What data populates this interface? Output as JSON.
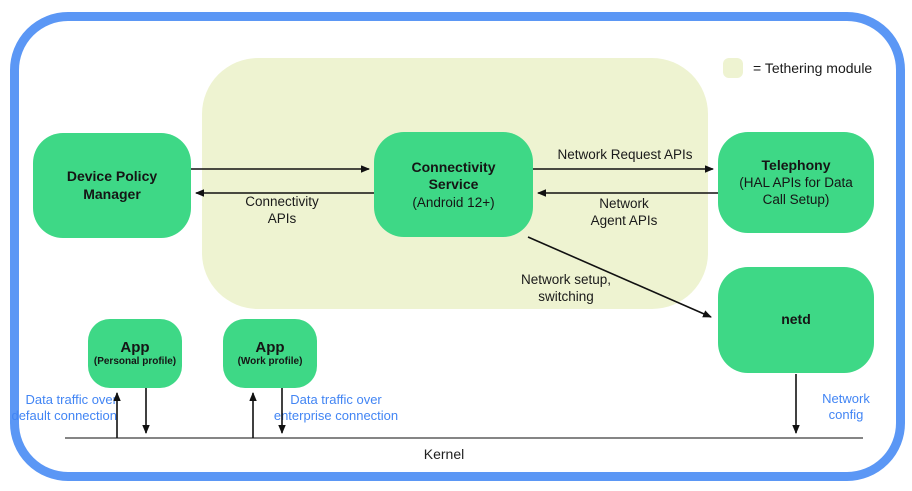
{
  "legend": {
    "label": "= Tethering module"
  },
  "colors": {
    "node_green": "#3ed886",
    "tethering_module_bg": "#eef3d1",
    "boundary_blue": "#5b97f5",
    "traffic_label_blue": "#4285f4"
  },
  "nodes": {
    "device_policy_manager": {
      "title": "Device Policy\nManager"
    },
    "connectivity_service": {
      "title": "Connectivity\nService",
      "subtitle": "(Android 12+)"
    },
    "telephony": {
      "title": "Telephony",
      "subtitle": "(HAL APIs for Data\nCall Setup)"
    },
    "netd": {
      "title": "netd"
    },
    "app_personal": {
      "title": "App",
      "subtitle": "(Personal profile)"
    },
    "app_work": {
      "title": "App",
      "subtitle": "(Work profile)"
    }
  },
  "edge_labels": {
    "connectivity_apis": "Connectivity\nAPIs",
    "network_request_apis": "Network Request APIs",
    "network_agent_apis": "Network\nAgent APIs",
    "network_setup_switching": "Network setup,\nswitching",
    "data_traffic_default": "Data traffic over\ndefault connection",
    "data_traffic_enterprise": "Data traffic over\nenterprise connection",
    "network_config": "Network\nconfig"
  },
  "kernel_label": "Kernel"
}
